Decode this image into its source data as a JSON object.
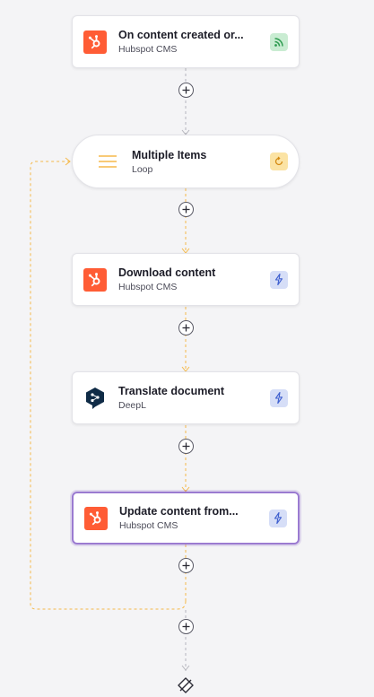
{
  "colors": {
    "background": "#f4f4f6",
    "loop_connector": "#f5b94a",
    "default_connector": "#b5b5bd",
    "hubspot": "#ff5c35",
    "selected_border": "#9b7bd1"
  },
  "nodes": [
    {
      "title": "On content created or...",
      "subtitle": "Hubspot CMS",
      "app_icon": "hubspot-icon",
      "badge_icon": "rss-feed-icon"
    },
    {
      "title": "Multiple Items",
      "subtitle": "Loop",
      "app_icon": "list-lines-icon",
      "badge_icon": "loop-refresh-icon"
    },
    {
      "title": "Download content",
      "subtitle": "Hubspot CMS",
      "app_icon": "hubspot-icon",
      "badge_icon": "lightning-icon"
    },
    {
      "title": "Translate document",
      "subtitle": "DeepL",
      "app_icon": "deepl-icon",
      "badge_icon": "lightning-icon"
    },
    {
      "title": "Update content from...",
      "subtitle": "Hubspot CMS",
      "app_icon": "hubspot-icon",
      "badge_icon": "lightning-icon",
      "selected": true
    }
  ],
  "end_icon": "end-flow-diamond-icon"
}
